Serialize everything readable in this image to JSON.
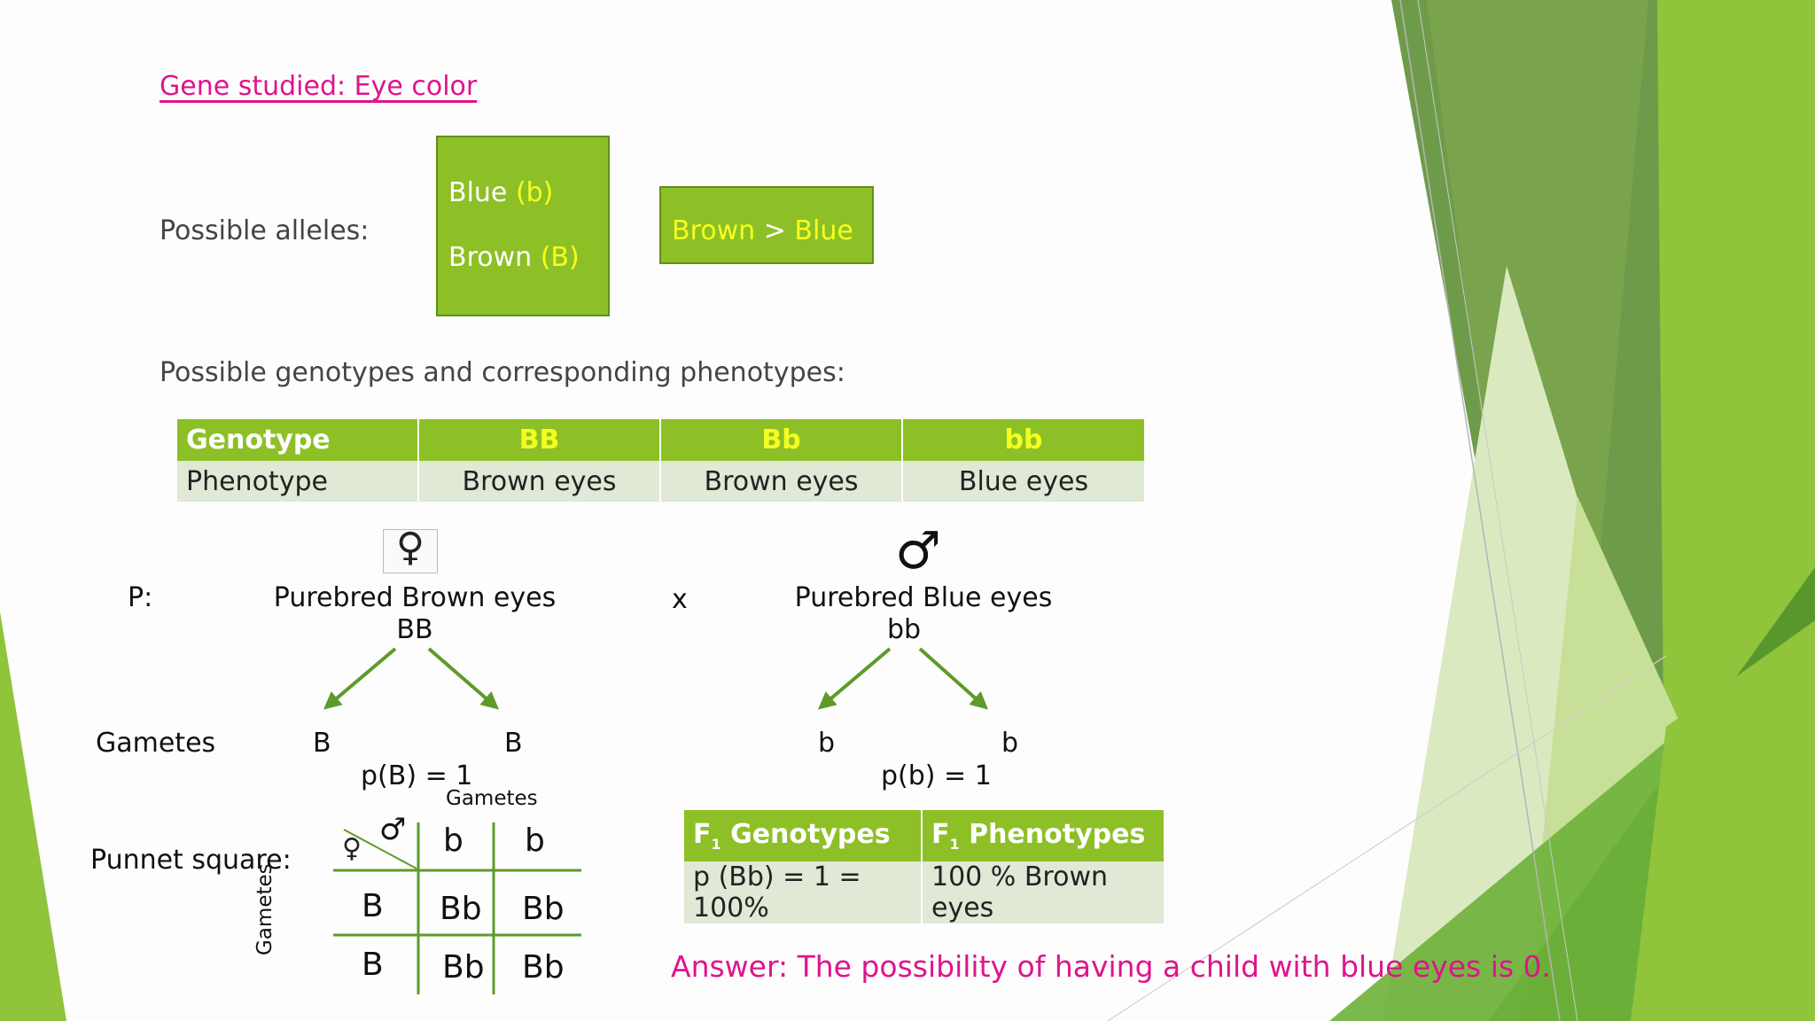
{
  "heading": "Gene studied: Eye color",
  "alleles": {
    "label": "Possible alleles:",
    "blue_name": "Blue ",
    "blue_sym": "(b)",
    "brown_name": "Brown ",
    "brown_sym": "(B)",
    "dominance_left": "Brown",
    "dominance_op": ">",
    "dominance_right": "Blue"
  },
  "genotypes_intro": "Possible genotypes and corresponding phenotypes:",
  "genotype_table": {
    "header": [
      "Genotype",
      "BB",
      "Bb",
      "bb"
    ],
    "row": [
      "Phenotype",
      "Brown eyes",
      "Brown eyes",
      "Blue eyes"
    ]
  },
  "cross": {
    "p_label": "P:",
    "female_symbol": "♀",
    "male_symbol": "♂",
    "female_parent": "Purebred Brown eyes",
    "female_genotype": "BB",
    "cross_symbol": "x",
    "male_parent": "Purebred Blue eyes",
    "male_genotype": "bb",
    "gametes_label": "Gametes",
    "female_gametes": [
      "B",
      "B"
    ],
    "female_prob": "p(B) = 1",
    "male_gametes": [
      "b",
      "b"
    ],
    "male_prob": "p(b) = 1"
  },
  "punnett": {
    "label": "Punnet square:",
    "top_caption": "Gametes",
    "side_caption": "Gametes",
    "corner_female": "♀",
    "corner_male": "♂",
    "col_headers": [
      "b",
      "b"
    ],
    "row_headers": [
      "B",
      "B"
    ],
    "cells": [
      [
        "Bb",
        "Bb"
      ],
      [
        "Bb",
        "Bb"
      ]
    ]
  },
  "f1_table": {
    "header1_pre": "F",
    "header1_sub": "1",
    "header1_post": " Genotypes",
    "header2_pre": "F",
    "header2_sub": "1",
    "header2_post": " Phenotypes",
    "genotype_value": "p (Bb) = 1 = 100%",
    "phenotype_value": "100 % Brown eyes"
  },
  "answer": "Answer: The possibility of having a child with blue eyes is 0.",
  "colors": {
    "accent_green": "#8dc026",
    "dark_green": "#5f8f1a",
    "table_body": "#dfe9d6",
    "highlight_yellow": "#f5ff20",
    "magenta": "#e0138c",
    "cyan": "#1aa6e8",
    "arrow_green": "#5e9a2a"
  }
}
